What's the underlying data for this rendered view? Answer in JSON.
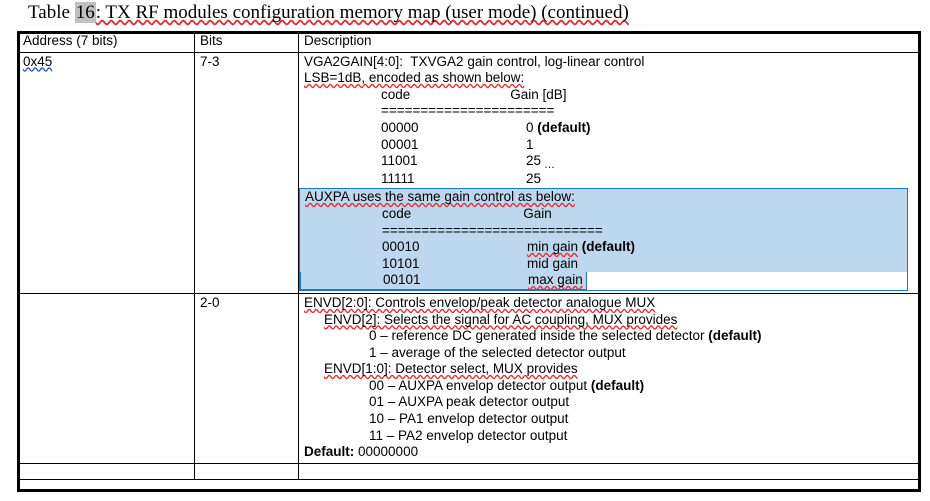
{
  "caption": {
    "prefix": "Table ",
    "number": "16",
    "rest": ": TX RF modules configuration memory map (user mode) (continued)"
  },
  "table": {
    "headers": [
      "Address (7 bits)",
      "Bits",
      "Description"
    ],
    "rows": [
      {
        "address": "0x45",
        "bits": "7-3",
        "desc_lines": [
          "VGA2GAIN[4:0]:  TXVGA2 gain control, log-linear control",
          "LSB=1dB, encoded as shown below:"
        ],
        "code_header": {
          "code": "code",
          "gain": "Gain [dB]"
        },
        "separator": "======================",
        "code_rows": [
          {
            "code": "00000",
            "gain": "0",
            "note": "(default)"
          },
          {
            "code": "00001",
            "gain": "1",
            "note": ""
          },
          {
            "code": "11001",
            "gain": "25",
            "note": ""
          },
          {
            "code": "11111",
            "gain": "25",
            "note": ""
          }
        ],
        "ellipsis": "…",
        "highlight": {
          "intro": "AUXPA uses the same gain control as below:",
          "code_header": {
            "code": "code",
            "gain": "Gain"
          },
          "separator": "============================",
          "code_rows": [
            {
              "code": "00010",
              "gain": "min gain",
              "note": "(default)"
            },
            {
              "code": "10101",
              "gain": "mid gain",
              "note": ""
            },
            {
              "code": "00101",
              "gain": "max gain",
              "note": ""
            }
          ]
        }
      },
      {
        "address": "",
        "bits": "2-0",
        "desc_lines": [
          "ENVD[2:0]: Controls envelop/peak detector analogue MUX"
        ],
        "envd2": {
          "title": "ENVD[2]: Selects the signal for AC coupling, MUX provides",
          "options": [
            {
              "text": "0 – reference DC generated inside the selected detector",
              "note": "(default)"
            },
            {
              "text": "1 – average of the selected detector output",
              "note": ""
            }
          ]
        },
        "envd10": {
          "title": "ENVD[1:0]: Detector select, MUX provides",
          "options": [
            {
              "text": "00 – AUXPA envelop detector output",
              "note": "(default)"
            },
            {
              "text": "01 – AUXPA peak detector output",
              "note": ""
            },
            {
              "text": "10 – PA1 envelop detector output",
              "note": ""
            },
            {
              "text": "11 – PA2 envelop detector output",
              "note": ""
            }
          ]
        },
        "default_label": "Default:",
        "default_value": "00000000"
      },
      {
        "address": "",
        "bits": "",
        "desc": ""
      }
    ]
  },
  "colors": {
    "highlight_fill": "#bdd7ee",
    "highlight_border": "#1f78c1",
    "caption_number_highlight": "#c0c0c0",
    "spell_red": "#e03030",
    "grammar_blue": "#2a56c6"
  }
}
